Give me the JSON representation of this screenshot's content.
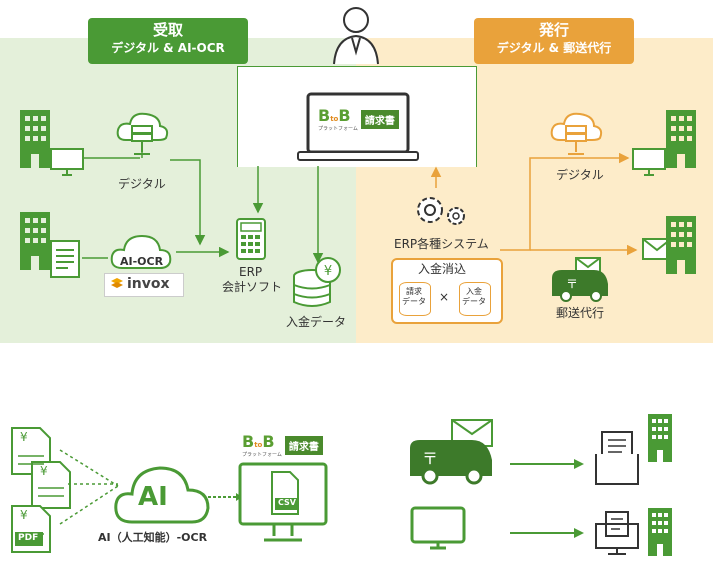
{
  "receive": {
    "title": "受取",
    "subtitle": "デジタル & AI-OCR"
  },
  "issue": {
    "title": "発行",
    "subtitle": "デジタル & 郵送代行"
  },
  "labels": {
    "digital_left": "デジタル",
    "aiocr": "AI-OCR",
    "invox": "invox",
    "erp_line1": "ERP",
    "erp_line2": "会計ソフト",
    "nyukin_data": "入金データ",
    "erp_system": "ERP各種システム",
    "nyukin_keshikomi": "入金消込",
    "seikyu_data": "請求\nデータ",
    "cross": "×",
    "nyukin_data_small": "入金\nデータ",
    "digital_right": "デジタル",
    "yuso_daiko": "郵送代行"
  },
  "logo": {
    "b1": "B",
    "to": "to",
    "b2": "B",
    "sub": "プラットフォーム",
    "badge": "請求書"
  },
  "bottom": {
    "yen1": "¥",
    "yen2": "¥",
    "yen3": "¥",
    "pdf": "PDF",
    "ai": "AI",
    "ai_caption": "AI（人工知能）-OCR",
    "csv": "CSV",
    "logo_badge": "請求書"
  },
  "colors": {
    "green": "#4a9a35",
    "orange": "#e9a23b",
    "green_bg": "#e3f0d8",
    "orange_bg": "#fdebc8"
  }
}
